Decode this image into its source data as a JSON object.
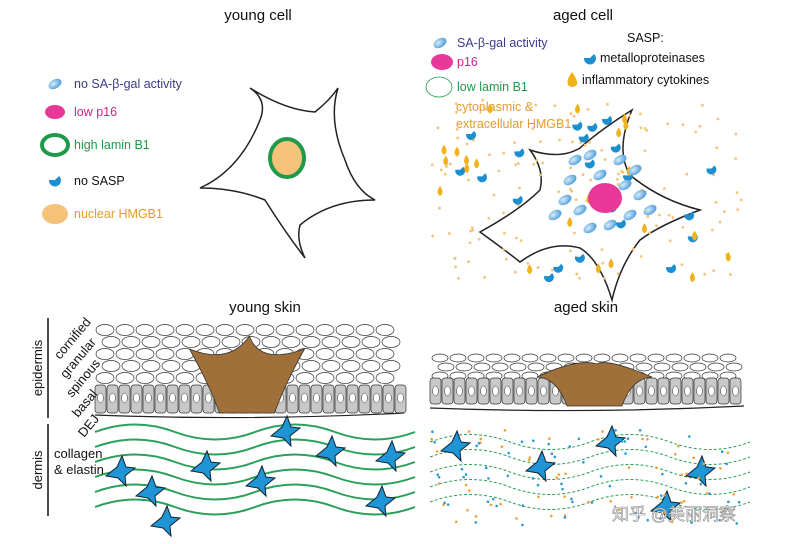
{
  "panels": {
    "young_cell": {
      "title": "young cell",
      "legend": [
        {
          "label": "no SA-β-gal activity",
          "color": "#3a3a8c"
        },
        {
          "label": "low p16",
          "color": "#d0208c"
        },
        {
          "label": "high lamin B1",
          "color": "#1e9a4a"
        },
        {
          "label": "no SASP",
          "color": "#111111"
        },
        {
          "label": "nuclear HMGB1",
          "color": "#e39b2a"
        }
      ]
    },
    "aged_cell": {
      "title": "aged cell",
      "legend": [
        {
          "label": "SA-β-gal activity",
          "color": "#3a3a8c"
        },
        {
          "label": "p16",
          "color": "#d0208c"
        },
        {
          "label": "low lamin B1",
          "color": "#1e9a4a"
        },
        {
          "label": "cytoplasmic &",
          "color": "#e39b2a"
        },
        {
          "label": "extracellular HMGB1",
          "color": "#e39b2a"
        }
      ],
      "sasp_title": "SASP:",
      "sasp_items": [
        "metalloproteinases",
        "inflammatory cytokines"
      ]
    },
    "young_skin": {
      "title": "young skin"
    },
    "aged_skin": {
      "title": "aged skin"
    }
  },
  "layer_labels": {
    "epidermis": "epidermis",
    "dermis": "dermis",
    "cornified": "cornified",
    "granular": "granular",
    "spinous": "spinous",
    "basal": "basal",
    "dej": "DEJ",
    "collagen1": "collagen",
    "collagen2": "& elastin"
  },
  "watermark": "知乎 @美丽洞察",
  "colors": {
    "sa_gal": "#5aa9e0",
    "p16": "#e8399b",
    "lamin": "#1e9a4a",
    "hmgb1": "#f5c27a",
    "sasp_mmp": "#1d8fd0",
    "cytokine": "#f0b21e",
    "keratinocyte_basal": "#c8c8c8",
    "melanocyte": "#a0703a",
    "fibroblast": "#1f95d6"
  }
}
